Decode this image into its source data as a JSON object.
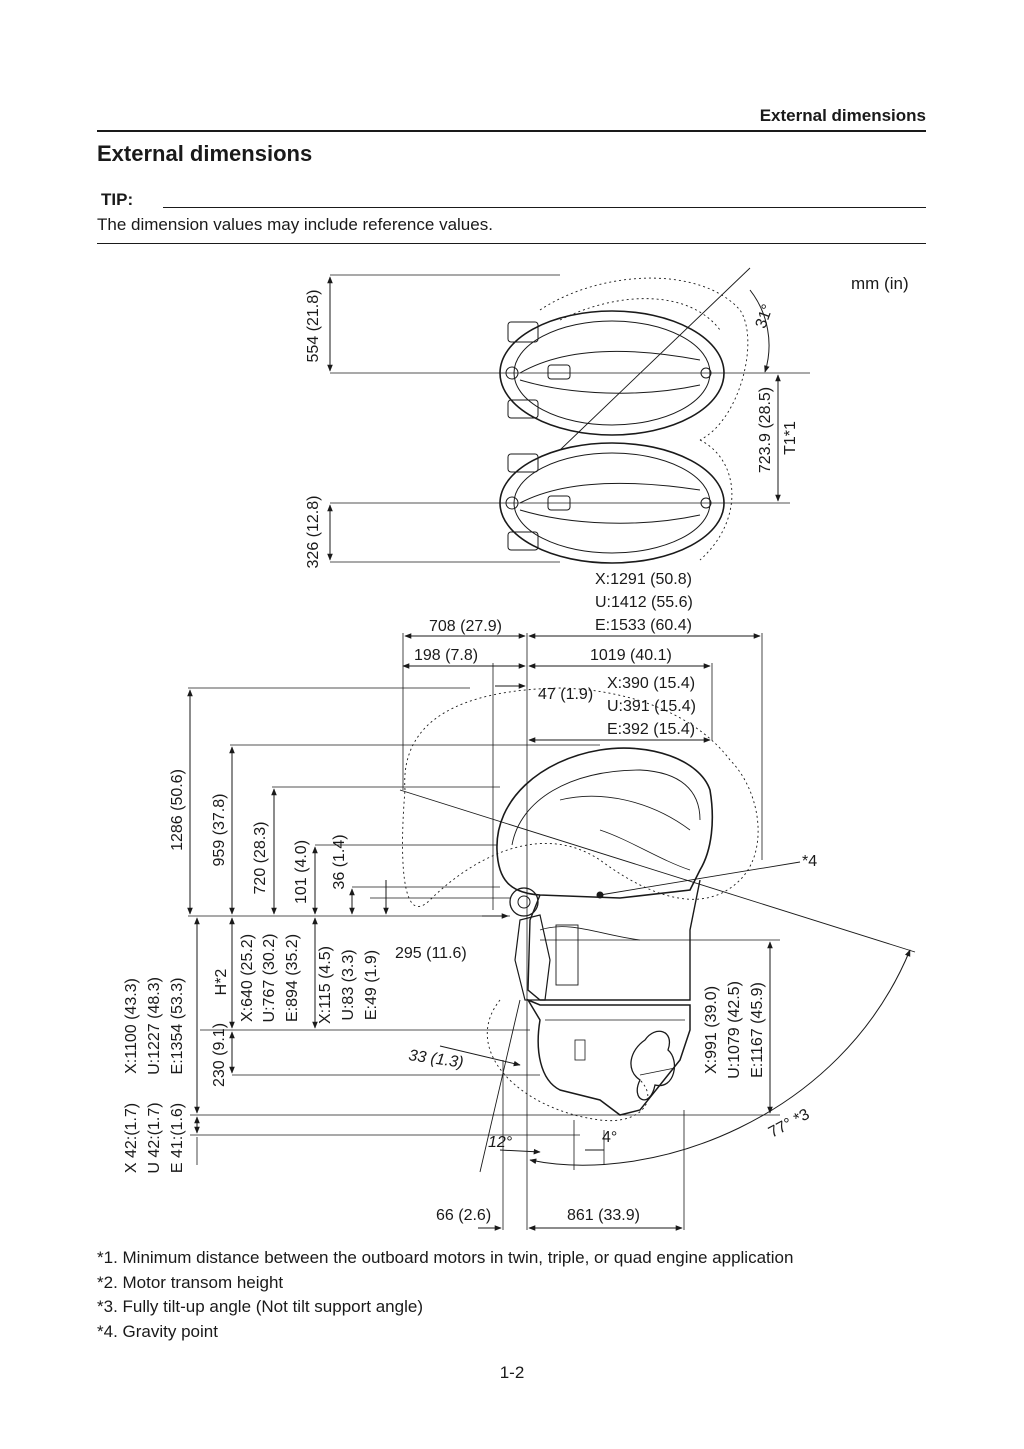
{
  "header": {
    "title": "External dimensions"
  },
  "section": {
    "title": "External dimensions"
  },
  "tip": {
    "label": "TIP:",
    "text": "The dimension values may include reference values."
  },
  "diagram": {
    "unit": "mm (in)",
    "top_view": {
      "d_554": "554 (21.8)",
      "d_326": "326 (12.8)",
      "d_723": "723.9 (28.5)",
      "t1": "T1*1",
      "angle_31": "31°"
    },
    "side_view": {
      "length_x": "X:1291 (50.8)",
      "length_u": "U:1412 (55.6)",
      "length_e": "E:1533 (60.4)",
      "d_708": "708 (27.9)",
      "d_198": "198 (7.8)",
      "d_1019": "1019 (40.1)",
      "d_47": "47 (1.9)",
      "cg_x": "X:390 (15.4)",
      "cg_u": "U:391 (15.4)",
      "cg_e": "E:392 (15.4)",
      "d_1286": "1286 (50.6)",
      "d_959": "959 (37.8)",
      "d_720": "720 (28.3)",
      "d_101": "101 (4.0)",
      "d_36": "36 (1.4)",
      "star4": "*4",
      "d_295": "295 (11.6)",
      "h_x": "X:1100 (43.3)",
      "h_u": "U:1227 (48.3)",
      "h_e": "E:1354 (53.3)",
      "h_star2": "H*2",
      "t_x": "X:640 (25.2)",
      "t_u": "U:767 (30.2)",
      "t_e": "E:894 (35.2)",
      "s_x": "X:115 (4.5)",
      "s_u": "U:83 (3.3)",
      "s_e": "E:49 (1.9)",
      "d_230": "230 (9.1)",
      "d_33": "33 (1.3)",
      "v_x": "X:991 (39.0)",
      "v_u": "U:1079 (42.5)",
      "v_e": "E:1167 (45.9)",
      "angle_77": "77° *3",
      "angle_12": "12°",
      "angle_4": "4°",
      "b_x": "X 42:(1.7)",
      "b_u": "U 42:(1.7)",
      "b_e": "E 41:(1.6)",
      "d_66": "66 (2.6)",
      "d_861": "861 (33.9)"
    }
  },
  "footnotes": [
    "*1. Minimum distance between the outboard motors in twin, triple, or quad engine application",
    "*2. Motor transom height",
    "*3. Fully tilt-up angle (Not tilt support angle)",
    "*4. Gravity point"
  ],
  "page_number": "1-2"
}
